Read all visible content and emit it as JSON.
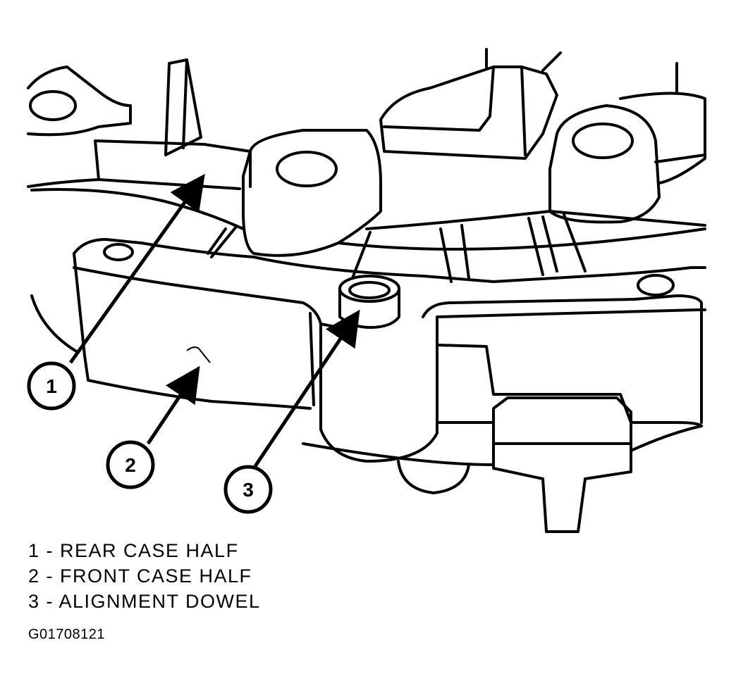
{
  "callouts": [
    {
      "number": "1",
      "part": "REAR CASE HALF"
    },
    {
      "number": "2",
      "part": "FRONT CASE HALF"
    },
    {
      "number": "3",
      "part": "ALIGNMENT DOWEL"
    }
  ],
  "legend": [
    "1 - REAR CASE HALF",
    "2 - FRONT CASE HALF",
    "3 - ALIGNMENT DOWEL"
  ],
  "figure_id": "G01708121"
}
